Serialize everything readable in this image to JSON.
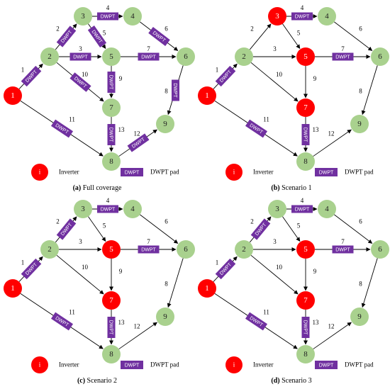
{
  "colors": {
    "node_green": "#a9d18e",
    "node_red": "#ff0000",
    "pad_purple": "#7030a0",
    "edge": "#000000"
  },
  "nodes": [
    {
      "id": "1",
      "label": "1"
    },
    {
      "id": "2",
      "label": "2"
    },
    {
      "id": "3",
      "label": "3"
    },
    {
      "id": "4",
      "label": "4"
    },
    {
      "id": "5",
      "label": "5"
    },
    {
      "id": "6",
      "label": "6"
    },
    {
      "id": "7",
      "label": "7"
    },
    {
      "id": "8",
      "label": "8"
    },
    {
      "id": "9",
      "label": "9"
    }
  ],
  "edges": [
    {
      "num": "1",
      "from": "1",
      "to": "2"
    },
    {
      "num": "2",
      "from": "2",
      "to": "3"
    },
    {
      "num": "3",
      "from": "2",
      "to": "5"
    },
    {
      "num": "4",
      "from": "3",
      "to": "4"
    },
    {
      "num": "5",
      "from": "3",
      "to": "5"
    },
    {
      "num": "6",
      "from": "4",
      "to": "6"
    },
    {
      "num": "7",
      "from": "5",
      "to": "6"
    },
    {
      "num": "8",
      "from": "6",
      "to": "9"
    },
    {
      "num": "9",
      "from": "5",
      "to": "7"
    },
    {
      "num": "10",
      "from": "2",
      "to": "7"
    },
    {
      "num": "11",
      "from": "1",
      "to": "8"
    },
    {
      "num": "12",
      "from": "8",
      "to": "9"
    },
    {
      "num": "13",
      "from": "7",
      "to": "8"
    }
  ],
  "pad_label": "DWPT",
  "legend": {
    "inverter_symbol": "i",
    "inverter_label": "Inverter",
    "pad_label": "DWPT pad"
  },
  "panels": [
    {
      "letter": "(a)",
      "title": "Full coverage",
      "red_nodes": [
        "1"
      ],
      "pad_edges": [
        "1",
        "2",
        "3",
        "4",
        "5",
        "6",
        "7",
        "8",
        "9",
        "10",
        "11",
        "12",
        "13"
      ]
    },
    {
      "letter": "(b)",
      "title": "Scenario 1",
      "red_nodes": [
        "1",
        "3",
        "5",
        "7"
      ],
      "pad_edges": [
        "1",
        "4",
        "7",
        "11",
        "13"
      ]
    },
    {
      "letter": "(c)",
      "title": "Scenario 2",
      "red_nodes": [
        "1",
        "5",
        "7"
      ],
      "pad_edges": [
        "1",
        "2",
        "4",
        "7",
        "11",
        "13"
      ]
    },
    {
      "letter": "(d)",
      "title": "Scenario 3",
      "red_nodes": [
        "1",
        "5",
        "7"
      ],
      "pad_edges": [
        "1",
        "2",
        "4",
        "7",
        "11",
        "13"
      ]
    }
  ]
}
